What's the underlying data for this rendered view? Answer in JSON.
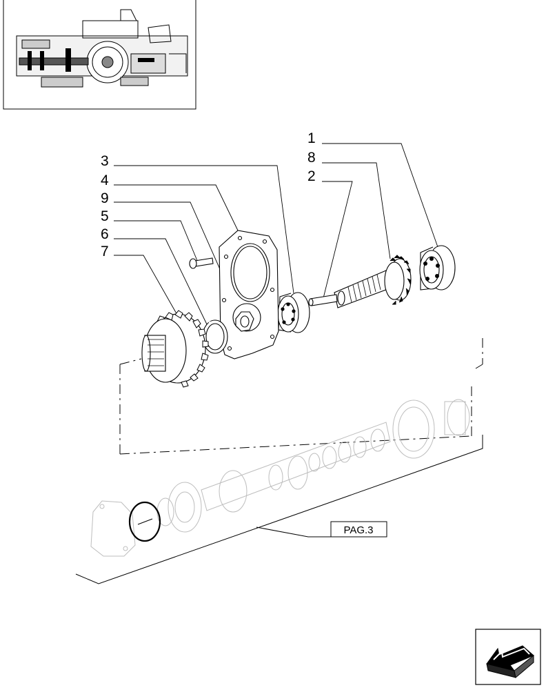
{
  "callouts": [
    {
      "id": "c1",
      "label": "1"
    },
    {
      "id": "c8",
      "label": "8"
    },
    {
      "id": "c2",
      "label": "2"
    },
    {
      "id": "c3",
      "label": "3"
    },
    {
      "id": "c4",
      "label": "4"
    },
    {
      "id": "c9",
      "label": "9"
    },
    {
      "id": "c5",
      "label": "5"
    },
    {
      "id": "c6",
      "label": "6"
    },
    {
      "id": "c7",
      "label": "7"
    }
  ],
  "page_reference": "PAG.3",
  "nav_icon": "arrow-back-icon"
}
